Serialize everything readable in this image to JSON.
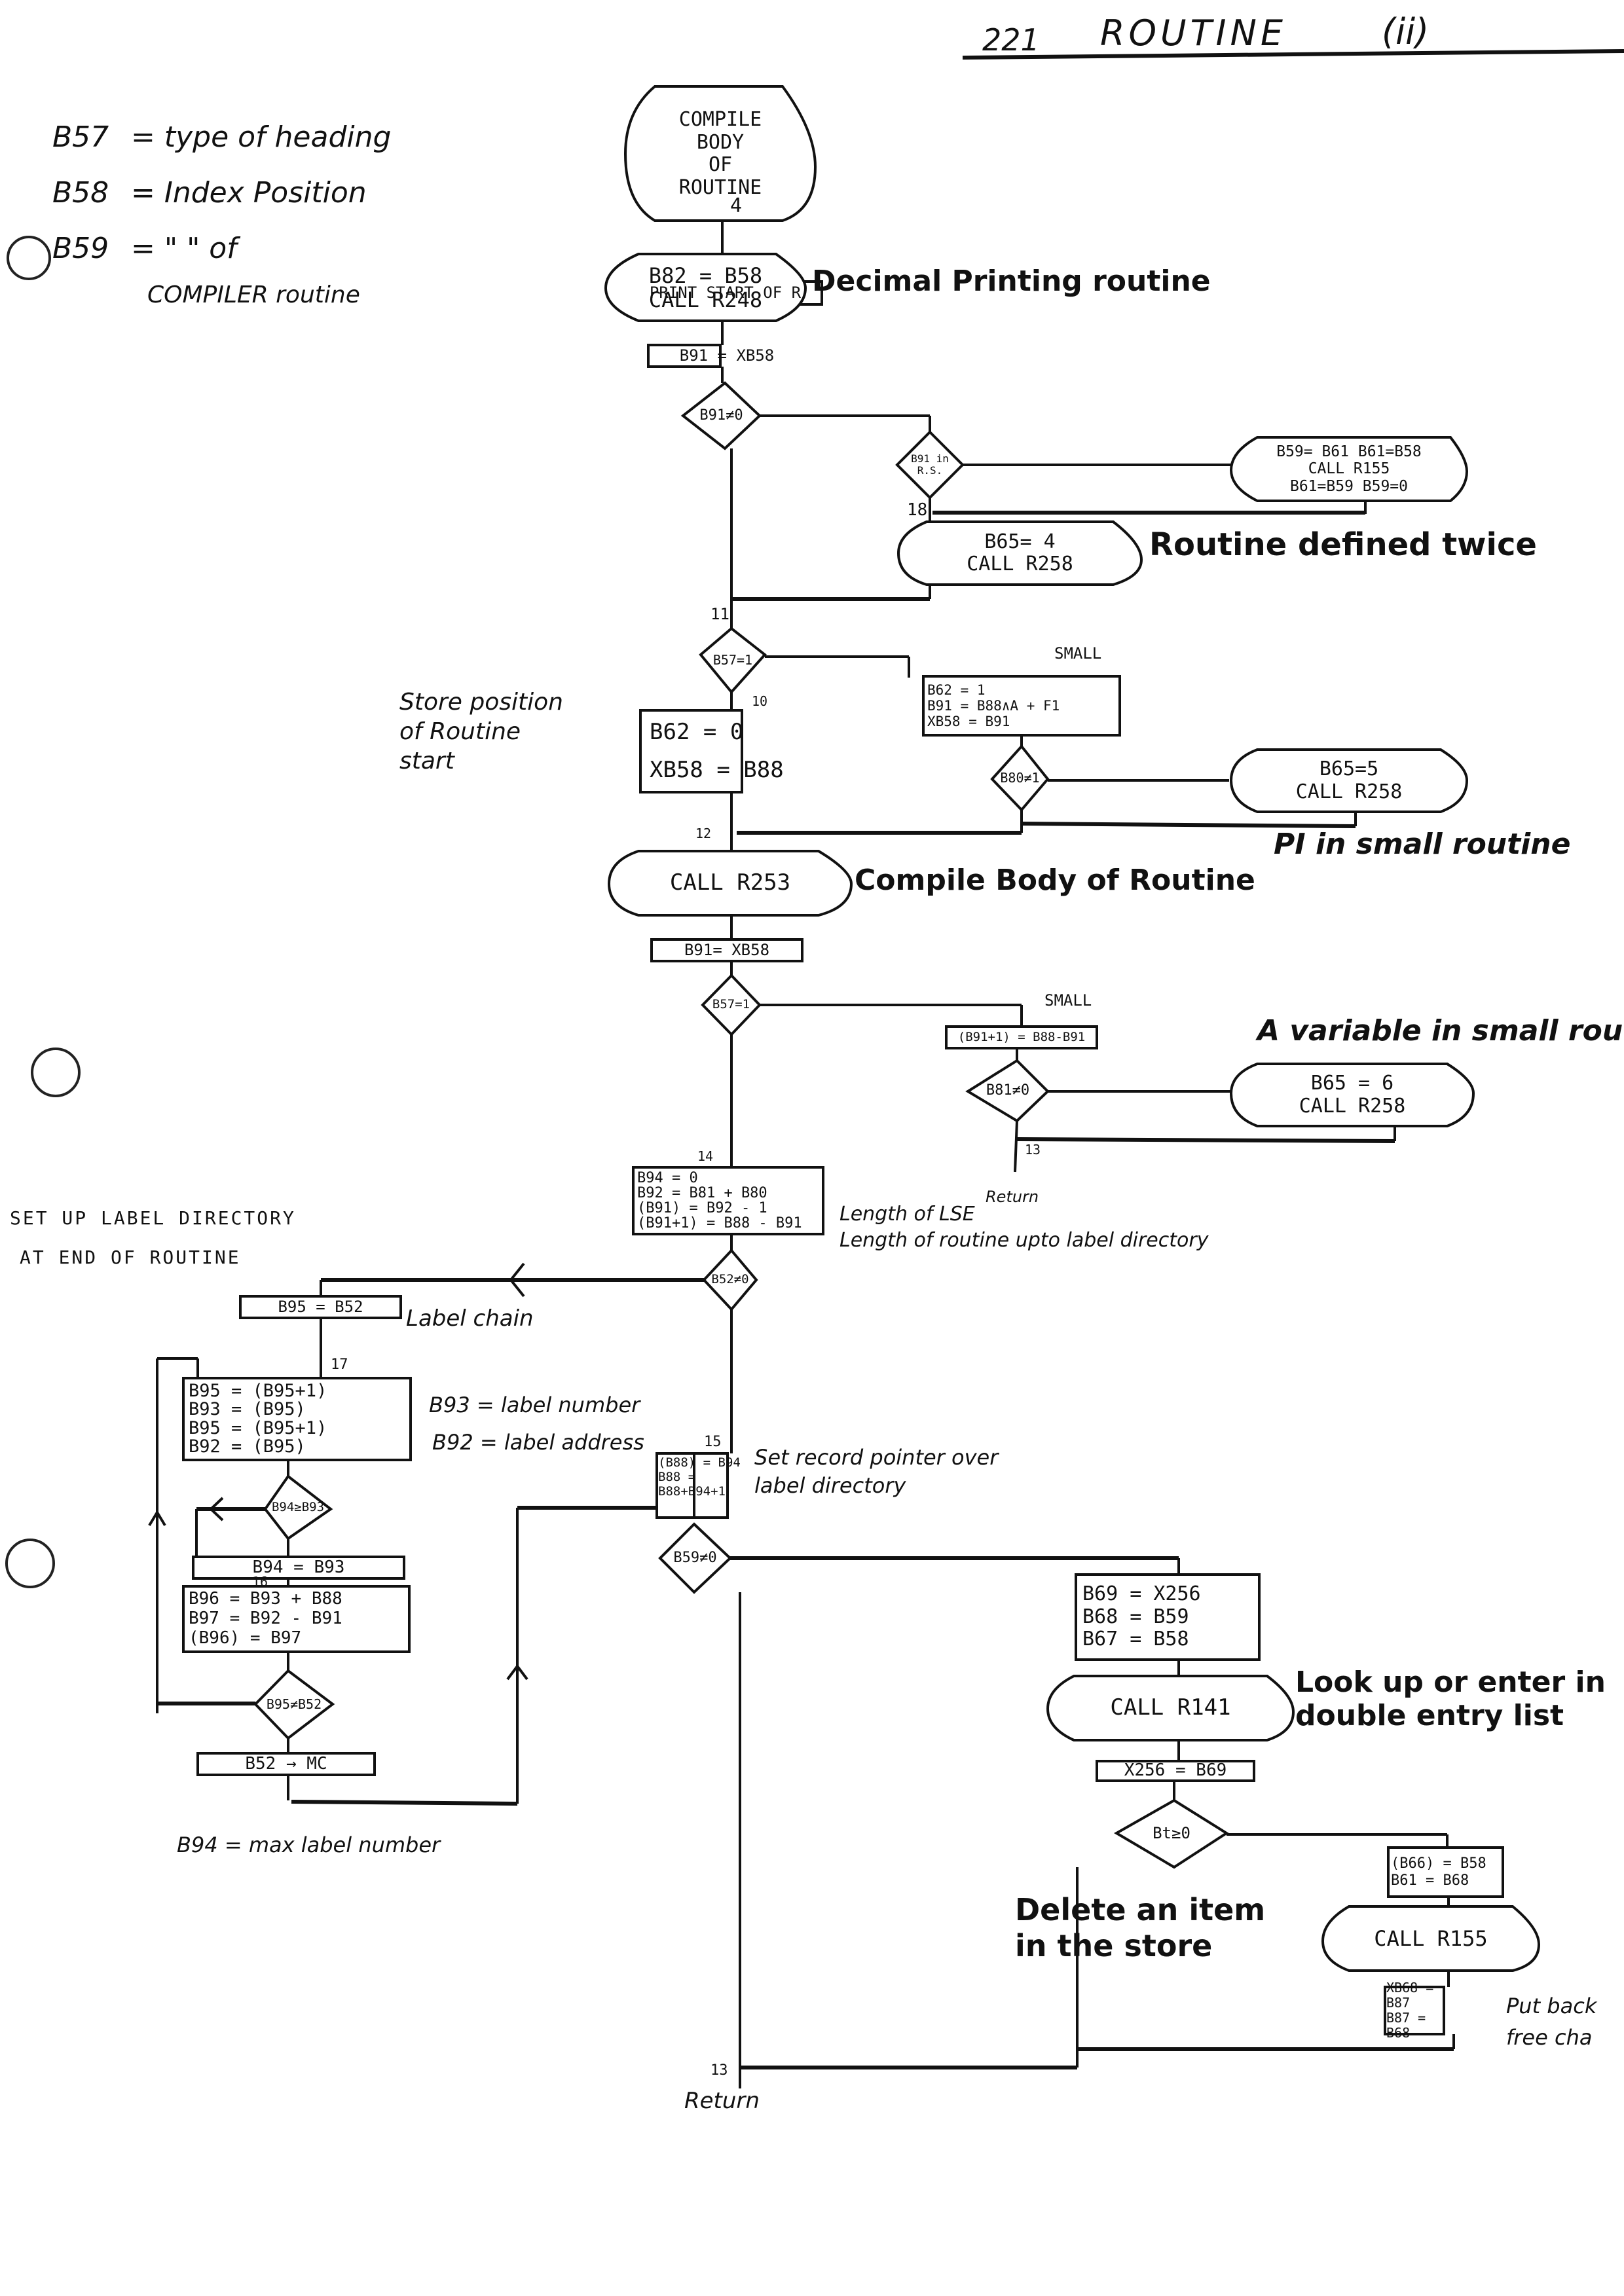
{
  "header": {
    "page_number": "221",
    "title": "ROUTINE",
    "part": "(ii)"
  },
  "legend": [
    {
      "var": "B57",
      "meaning": "= type of heading"
    },
    {
      "var": "B58",
      "meaning": "= Index Position"
    },
    {
      "var": "B59",
      "meaning": "=    \"        \"    of"
    },
    {
      "var": "",
      "meaning": "COMPILER routine"
    }
  ],
  "nodes": {
    "start": {
      "lines": [
        "COMPILE",
        "BODY",
        "OF",
        "ROUTINE"
      ]
    },
    "print_start": "PRINT  START OF R",
    "decimal_call": {
      "lines": [
        "B82 = B58",
        "CALL  R248"
      ]
    },
    "assign_b91_a": "B91 = XB58",
    "dec_b91_ne0": "B91≠0",
    "dec_b91_in_rs": "B91 in R.S.",
    "r155_block": {
      "lines": [
        "B59= B61  B61=B58",
        "CALL   R155",
        "B61=B59   B59=0"
      ]
    },
    "defined_twice_call": {
      "lines": [
        "B65= 4",
        "CALL  R258"
      ]
    },
    "dec_b57_eq1_a": "B57=1",
    "store_pos": {
      "lines": [
        "B62 = 0",
        "XB58 = B88"
      ]
    },
    "small_block": {
      "lines": [
        "B62 = 1",
        "B91 = B88∧A + F1",
        "XB58 = B91"
      ]
    },
    "dec_b80_ne1": "B80≠1",
    "pi_call": {
      "lines": [
        "B65=5",
        "CALL R258"
      ]
    },
    "compile_call": "CALL  R253",
    "assign_b91_b": "B91= XB58",
    "dec_b57_eq1_b": "B57=1",
    "small_assign": "(B91+1) = B88-B91",
    "dec_b81_ne0": "B81≠0",
    "var_call": {
      "lines": [
        "B65 = 6",
        "CALL  R258"
      ]
    },
    "lse_block": {
      "lines": [
        "B94 = 0",
        "B92 = B81 + B80",
        "(B91) = B92 - 1",
        "(B91+1) = B88 - B91"
      ]
    },
    "dec_b52_ne0": "B52≠0",
    "b95_b52": "B95 = B52",
    "label_loop_block": {
      "lines": [
        "B95 = (B95+1)",
        "B93 = (B95)",
        "B95 = (B95+1)",
        "B92 = (B95)"
      ]
    },
    "dec_b94_ge_b93": "B94≥B93",
    "b94_b93": "B94 = B93",
    "label_dir_block": {
      "lines": [
        "B96 = B93 + B88",
        "B97 = B92 - B91",
        "(B96) = B97"
      ]
    },
    "dec_b95_ne_b52": "B95≠B52",
    "b52_mc": "B52 → MC",
    "record_ptr_block": {
      "lines": [
        "(B88) = B94",
        "B88 = B88+B94+1"
      ]
    },
    "dec_b59_ne0": "B59≠0",
    "lookup_setup": {
      "lines": [
        "B69 =  X256",
        "B68 =  B59",
        "B67 = B58"
      ]
    },
    "lookup_call": "CALL  R141",
    "x256_b69": "X256 = B69",
    "dec_bt_ge0": "Bt≥0",
    "delete_setup": {
      "lines": [
        "(B66) = B58",
        "B61 = B68"
      ]
    },
    "delete_call": "CALL  R155",
    "free_chain": {
      "lines": [
        "XB68 = B87",
        "B87 = B68"
      ]
    }
  },
  "connector_labels": {
    "c4": "4",
    "c18": "18",
    "c11": "11",
    "c10": "10",
    "c12": "12",
    "c14": "14",
    "c13a": "13",
    "c17": "17",
    "c16": "16",
    "c15": "15",
    "c13b": "13",
    "small_a": "SMALL",
    "small_b": "SMALL",
    "return_a": "Return",
    "return_b": "Return"
  },
  "annotations": {
    "decimal_printing": "Decimal Printing routine",
    "defined_twice": "Routine defined twice",
    "store_position": [
      "Store position",
      "of Routine",
      "start"
    ],
    "pi_small": "PI in small routine",
    "compile_body": "Compile Body of Routine",
    "variable_small": "A variable in small rout.",
    "set_up_label": [
      "SET  UP   LABEL   DIRECTORY",
      "AT  END  OF  ROUTINE"
    ],
    "length_lse": "Length of LSE",
    "length_routine": "Length of routine  upto  label directory",
    "label_chain": "Label chain",
    "b93_label_number": "B93 = label number",
    "b92_label_address": "B92 = label address",
    "record_pointer": [
      "Set record pointer over",
      "label directory"
    ],
    "lookup_enter": [
      "Look up or enter in",
      "double entry  list"
    ],
    "b94_max": "B94 = max label number",
    "delete_item": [
      "Delete an item",
      "in the store"
    ],
    "put_back": [
      "Put back",
      "free cha"
    ]
  }
}
